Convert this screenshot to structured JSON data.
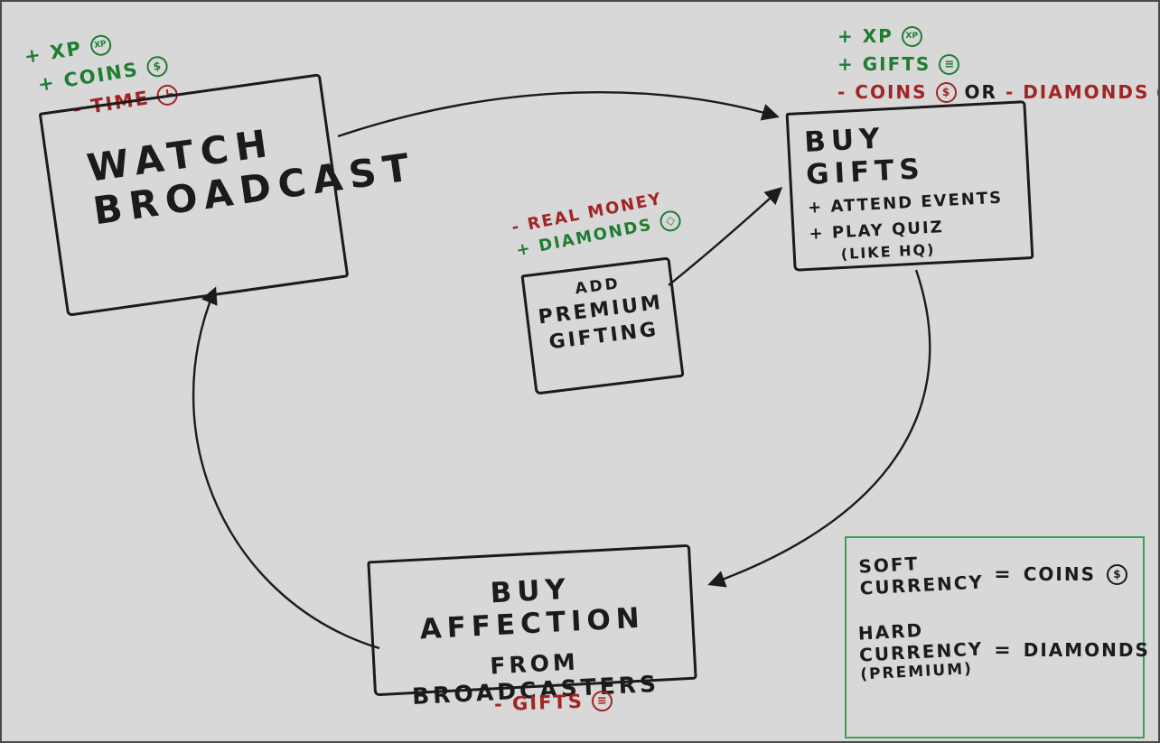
{
  "colors": {
    "background": "#d8d8d8",
    "ink": "#1b1b1b",
    "positive_green": "#1e7d32",
    "negative_red": "#a32424",
    "legend_border_green": "#3f9e53"
  },
  "icons": {
    "xp": "XP",
    "coin": "$",
    "gift": "≡",
    "diamond": "◇"
  },
  "nodes": {
    "watch_broadcast": {
      "line1": "WATCH",
      "line2": "BROADCAST",
      "annotations": {
        "xp": "+ XP",
        "coins": "+ COINS",
        "time": "- TIME"
      }
    },
    "buy_gifts": {
      "title": "BUY GIFTS",
      "line2": "+ ATTEND EVENTS",
      "line3": "+ PLAY QUIZ",
      "line4": "(LIKE HQ)",
      "annotations": {
        "xp": "+ XP",
        "gifts": "+ GIFTS",
        "coins": "- COINS",
        "or": "OR",
        "diamonds": "- DIAMONDS"
      }
    },
    "premium_gifting": {
      "line1": "ADD",
      "line2": "PREMIUM",
      "line3": "GIFTING",
      "annotations": {
        "real_money": "- REAL MONEY",
        "diamonds": "+ DIAMONDS"
      }
    },
    "buy_affection": {
      "line1": "BUY AFFECTION",
      "line2": "FROM BROADCASTERS",
      "annotations": {
        "gifts": "- GIFTS"
      }
    }
  },
  "legend": {
    "soft_line1": "SOFT",
    "soft_line2": "CURRENCY",
    "soft_eq": "=",
    "soft_value": "COINS",
    "hard_line1": "HARD",
    "hard_line2": "CURRENCY",
    "hard_line3": "(PREMIUM)",
    "hard_eq": "=",
    "hard_value": "DIAMONDS"
  }
}
